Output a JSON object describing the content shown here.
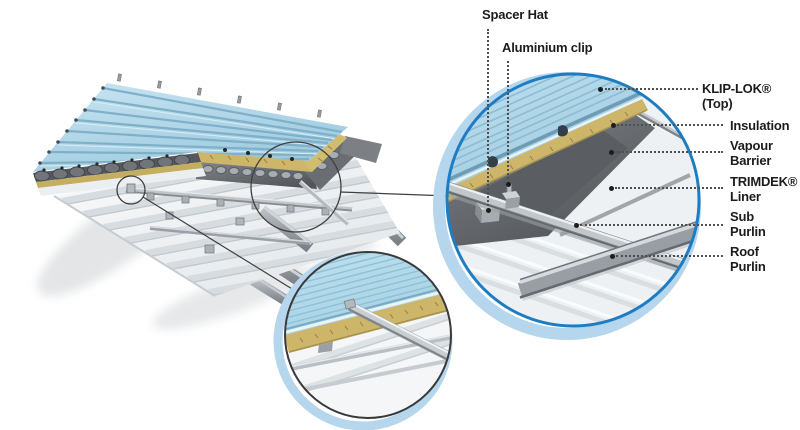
{
  "callouts": {
    "top": [
      {
        "label": "Spacer Hat"
      },
      {
        "label": "Aluminium clip"
      }
    ],
    "right": [
      {
        "label": "KLIP-LOK® (Top)"
      },
      {
        "label": "Insulation"
      },
      {
        "label": "Vapour\nBarrier"
      },
      {
        "label": "TRIMDEK®\nLiner"
      },
      {
        "label": "Sub\nPurlin"
      },
      {
        "label": "Roof\nPurlin"
      }
    ]
  },
  "colors": {
    "accent_ring_blue": "#1e7dc2",
    "ring_glow_blue": "#b5d6ec",
    "panel_blue": "#aed6e8",
    "panel_blue_rib": "#84b6cf",
    "insulation_yellow": "#cdb66a",
    "insulation_dark": "#8f7e45",
    "barrier_gray": "#6b6f73",
    "liner_white": "#eef1f4",
    "metal_gray": "#b9bfc4",
    "purlin_gray": "#979da3",
    "leader_line": "#4f4f4f",
    "label_text": "#1c1c1c"
  }
}
